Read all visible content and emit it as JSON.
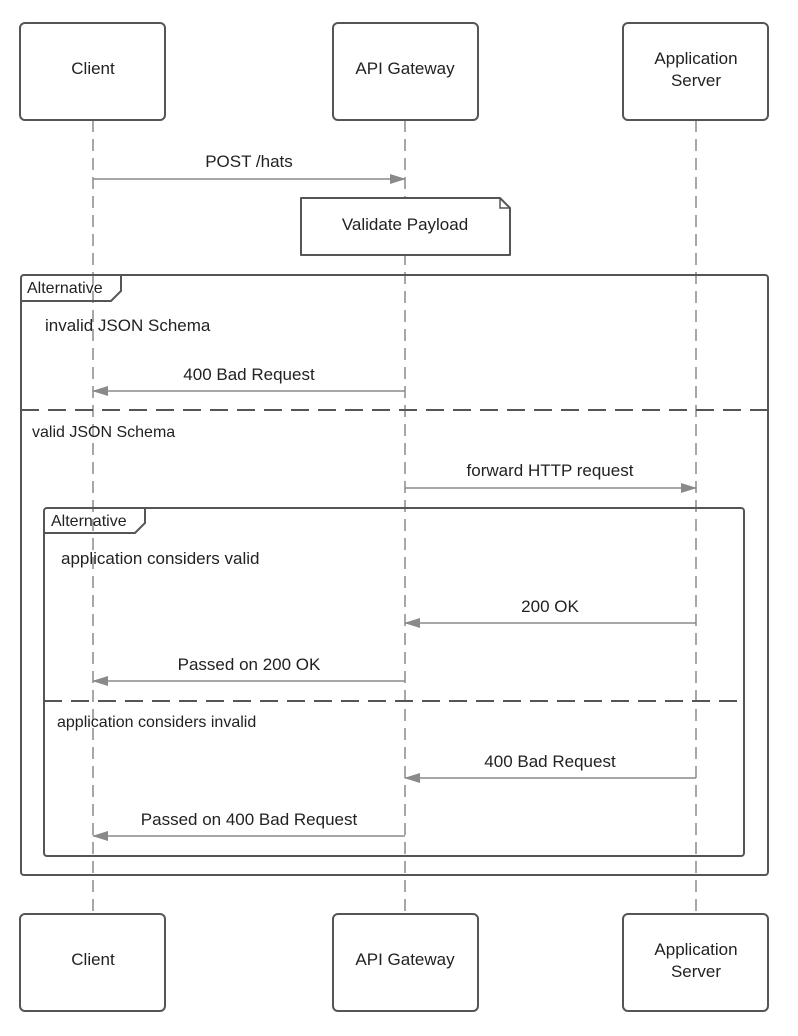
{
  "participants": {
    "client": {
      "label": "Client"
    },
    "gateway": {
      "label": "API Gateway"
    },
    "server": {
      "label_line1": "Application",
      "label_line2": "Server"
    }
  },
  "messages": {
    "post_hats": "POST /hats",
    "validate_payload": "Validate Payload",
    "bad_request_1": "400 Bad Request",
    "forward_http": "forward HTTP request",
    "ok_200": "200 OK",
    "passed_200": "Passed on 200 OK",
    "bad_request_2": "400 Bad Request",
    "passed_400": "Passed on 400 Bad Request"
  },
  "outer_alt": {
    "tag": "Alternative",
    "guard_1": "invalid JSON Schema",
    "guard_2": "valid JSON Schema"
  },
  "inner_alt": {
    "tag": "Alternative",
    "guard_1": "application considers valid",
    "guard_2": "application considers invalid"
  },
  "colors": {
    "stroke": "#555555",
    "arrow": "#8a8a8a",
    "text": "#222222",
    "background": "#ffffff"
  }
}
